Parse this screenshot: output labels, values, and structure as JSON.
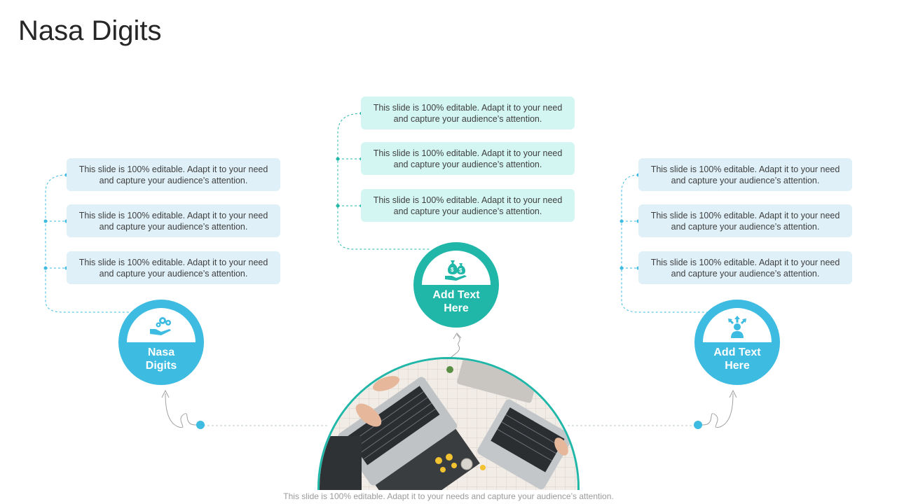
{
  "title": "Nasa Digits",
  "groups": [
    {
      "label": "Nasa Digits",
      "icon": "hand-gears-icon",
      "items": [
        "This slide is 100% editable. Adapt it to your need and capture your audience’s attention.",
        "This slide is 100% editable. Adapt it to your need and capture your audience’s attention.",
        "This slide is 100% editable. Adapt it to your need and capture your audience’s attention."
      ]
    },
    {
      "label": "Add Text Here",
      "icon": "money-bags-hand-icon",
      "items": [
        "This slide is 100% editable. Adapt it to your need and capture your audience’s attention.",
        "This slide is 100% editable. Adapt it to your need and capture your audience’s attention.",
        "This slide is 100% editable. Adapt it to your need and capture your audience’s attention."
      ]
    },
    {
      "label": "Add Text Here",
      "icon": "person-arrows-icon",
      "items": [
        "This slide is 100% editable. Adapt it to your need and capture your audience’s attention.",
        "This slide is 100% editable. Adapt it to your need and capture your audience’s attention.",
        "This slide is 100% editable. Adapt it to your need and capture your audience’s attention."
      ]
    }
  ],
  "photo": {
    "description_icon": "laptops-desk-photo"
  },
  "footer": "This slide is 100% editable. Adapt it to your needs and capture your audience’s attention.",
  "colors": {
    "blue": "#3dbbe0",
    "teal": "#21b7a8",
    "blue_box": "#dff0f8",
    "teal_box": "#d3f6f2"
  }
}
